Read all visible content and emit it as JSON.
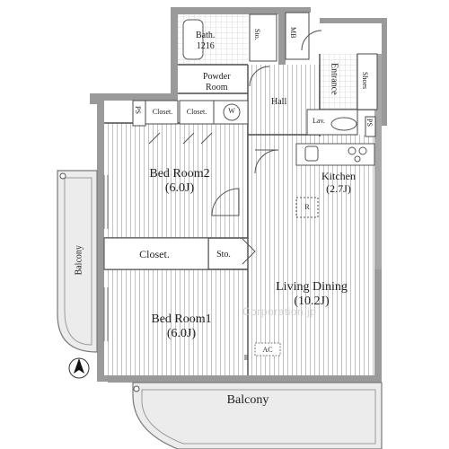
{
  "rooms": {
    "bath": {
      "name": "Bath.",
      "size": "1216"
    },
    "sto_top": "Sto.",
    "mb": "MB",
    "powder": {
      "line1": "Powder",
      "line2": "Room"
    },
    "entrance": "Entrance",
    "shoes": "Shoes",
    "ps_left": "PS",
    "closet_a": "Closet.",
    "closet_b": "Closet.",
    "washer": "W",
    "hall": "Hall",
    "lav": "Lav.",
    "ps_right": "PS",
    "bedroom2": {
      "name": "Bed Room2",
      "size": "(6.0J)"
    },
    "kitchen": {
      "name": "Kitchen",
      "size": "(2.7J)"
    },
    "refrigerator": "R",
    "closet_mid": "Closet.",
    "sto_mid": "Sto.",
    "balcony_left": "Balcony",
    "living": {
      "name": "Living Dining",
      "size": "(10.2J)"
    },
    "bedroom1": {
      "name": "Bed Room1",
      "size": "(6.0J)"
    },
    "ac": "AC",
    "balcony_bottom": "Balcony"
  },
  "watermark": "Corporation.jp",
  "colors": {
    "wall": "#9a9a9a",
    "floor_stripe": "#c2c2c2",
    "balcony": "#ececec"
  }
}
